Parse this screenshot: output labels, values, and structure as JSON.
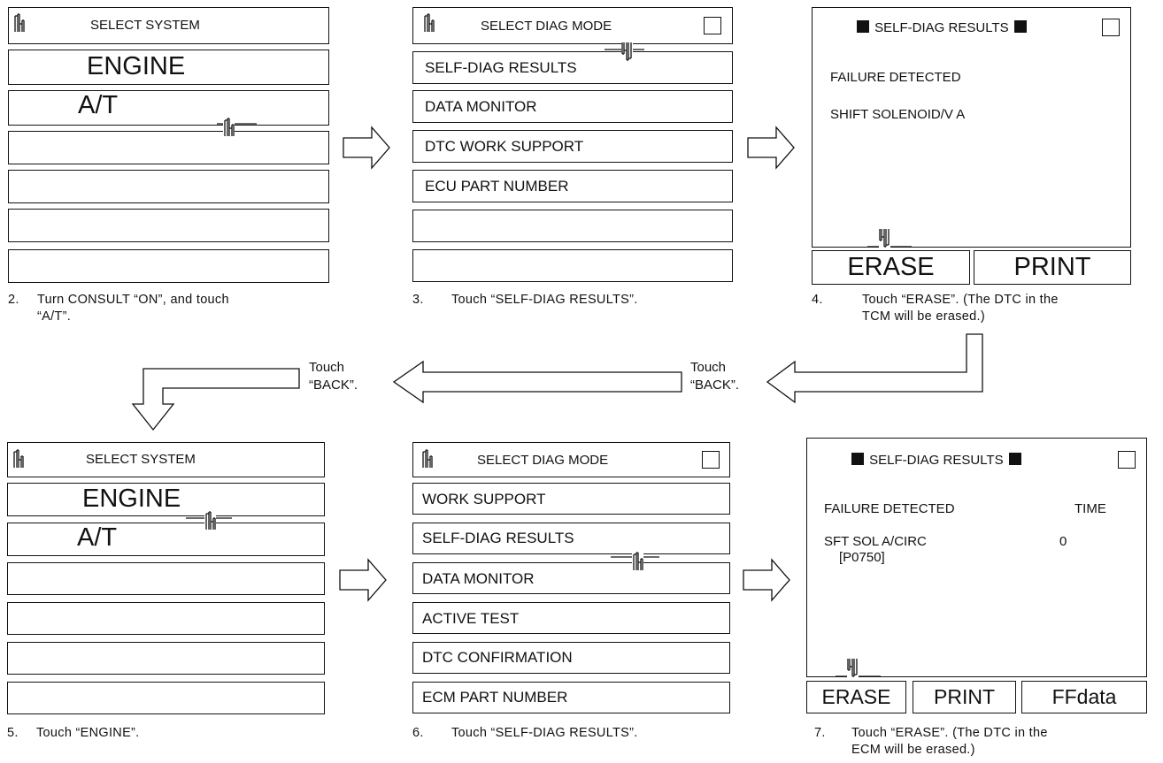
{
  "panels": {
    "p2": {
      "title": "SELECT SYSTEM",
      "items": [
        "ENGINE",
        "A/T",
        "",
        "",
        "",
        ""
      ],
      "caption_num": "2.",
      "caption_lines": [
        "Turn CONSULT “ON”, and touch",
        "“A/T”."
      ]
    },
    "p3": {
      "title": "SELECT DIAG MODE",
      "items": [
        "SELF-DIAG RESULTS",
        "DATA MONITOR",
        "DTC WORK SUPPORT",
        "ECU PART NUMBER",
        "",
        ""
      ],
      "caption_num": "3.",
      "caption_lines": [
        "Touch “SELF-DIAG RESULTS”."
      ]
    },
    "p4": {
      "title": "SELF-DIAG RESULTS",
      "line1": "FAILURE DETECTED",
      "line2": "SHIFT SOLENOID/V A",
      "buttons": [
        "ERASE",
        "PRINT"
      ],
      "caption_num": "4.",
      "caption_lines": [
        "Touch “ERASE”. (The DTC in the",
        "TCM will be erased.)"
      ]
    },
    "p5": {
      "title": "SELECT SYSTEM",
      "items": [
        "ENGINE",
        "A/T",
        "",
        "",
        "",
        ""
      ],
      "caption_num": "5.",
      "caption_lines": [
        "Touch “ENGINE”."
      ]
    },
    "p6": {
      "title": "SELECT DIAG MODE",
      "items": [
        "WORK SUPPORT",
        "SELF-DIAG RESULTS",
        "DATA MONITOR",
        "ACTIVE TEST",
        "DTC CONFIRMATION",
        "ECM PART NUMBER"
      ],
      "caption_num": "6.",
      "caption_lines": [
        "Touch “SELF-DIAG RESULTS”."
      ]
    },
    "p7": {
      "title": "SELF-DIAG RESULTS",
      "col1": "FAILURE DETECTED",
      "col2": "TIME",
      "dtc_name": "SFT SOL A/CIRC",
      "dtc_code": "[P0750]",
      "dtc_time": "0",
      "buttons": [
        "ERASE",
        "PRINT",
        "FFdata"
      ],
      "caption_num": "7.",
      "caption_lines": [
        "Touch “ERASE”. (The DTC in the",
        "ECM will be erased.)"
      ]
    }
  },
  "back_labels": {
    "left": [
      "Touch",
      "“BACK”."
    ],
    "right": [
      "Touch",
      "“BACK”."
    ]
  },
  "icons": [
    "touch-hand-icon",
    "arrow-right-icon",
    "arrow-left-icon",
    "arrow-down-icon"
  ]
}
